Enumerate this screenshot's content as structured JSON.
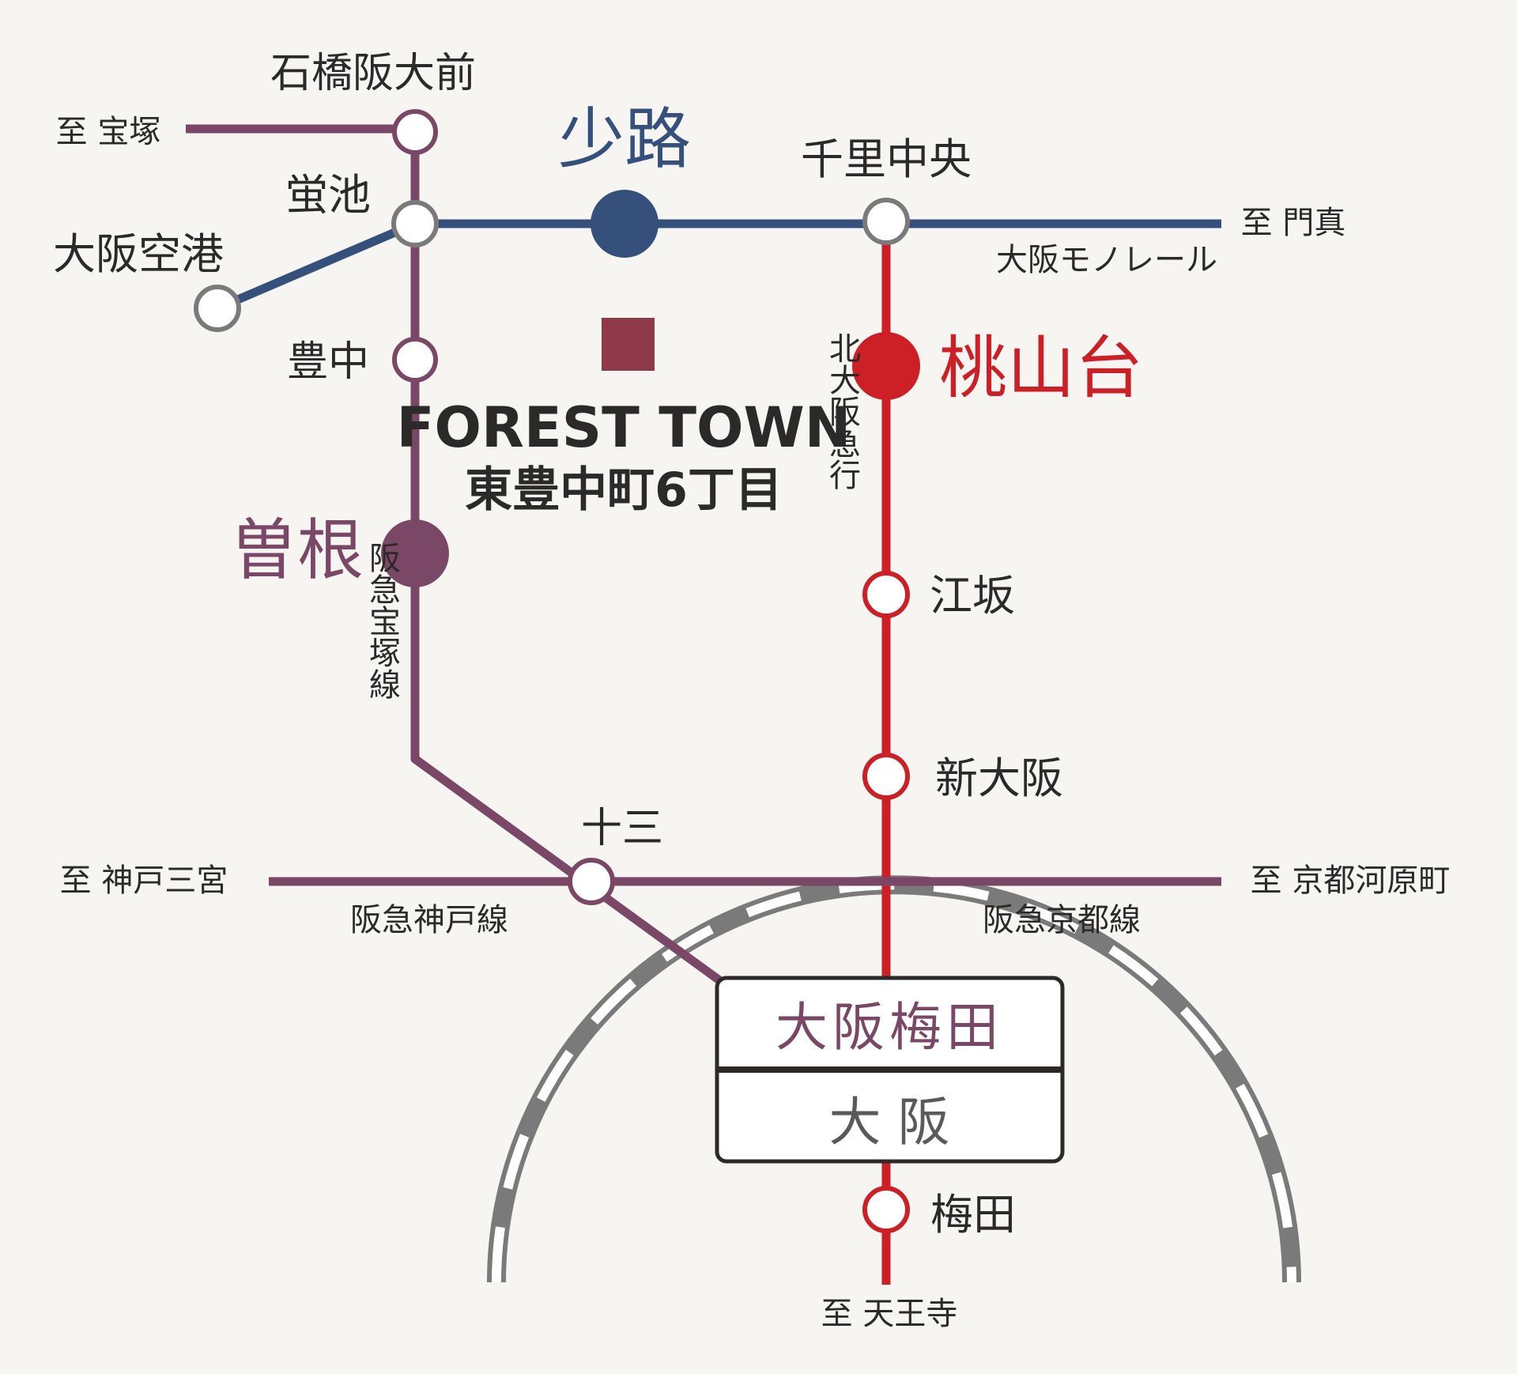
{
  "colors": {
    "background": "#f6f5f1",
    "hankyu": "#7a4866",
    "monorail": "#35507a",
    "kitakyu": "#cc1f26",
    "jr_loop": "#7a7a7a",
    "site": "#8f3a4a",
    "text": "#2c2a28"
  },
  "stations": {
    "ishibashi": "石橋阪大前",
    "hotarugaike": "蛍池",
    "osaka_airport": "大阪空港",
    "toyonaka": "豊中",
    "sone": "曽根",
    "shoji": "少路",
    "senri_chuo": "千里中央",
    "momoyamadai": "桃山台",
    "esaka": "江坂",
    "shin_osaka": "新大阪",
    "juso": "十三",
    "osaka_umeda": "大阪梅田",
    "osaka": "大 阪",
    "umeda": "梅田"
  },
  "destinations": {
    "takarazuka": "至 宝塚",
    "kadoma": "至 門真",
    "kobe_sannomiya": "至 神戸三宮",
    "kyoto_kawaramachi": "至 京都河原町",
    "tennoji": "至 天王寺"
  },
  "lines": {
    "monorail": "大阪モノレール",
    "takarazuka_line": "阪急宝塚線",
    "kitakyu_line": "北大阪急行",
    "kobe_line": "阪急神戸線",
    "kyoto_line": "阪急京都線"
  },
  "site": {
    "name": "FOREST TOWN",
    "address": "東豊中町6丁目"
  }
}
